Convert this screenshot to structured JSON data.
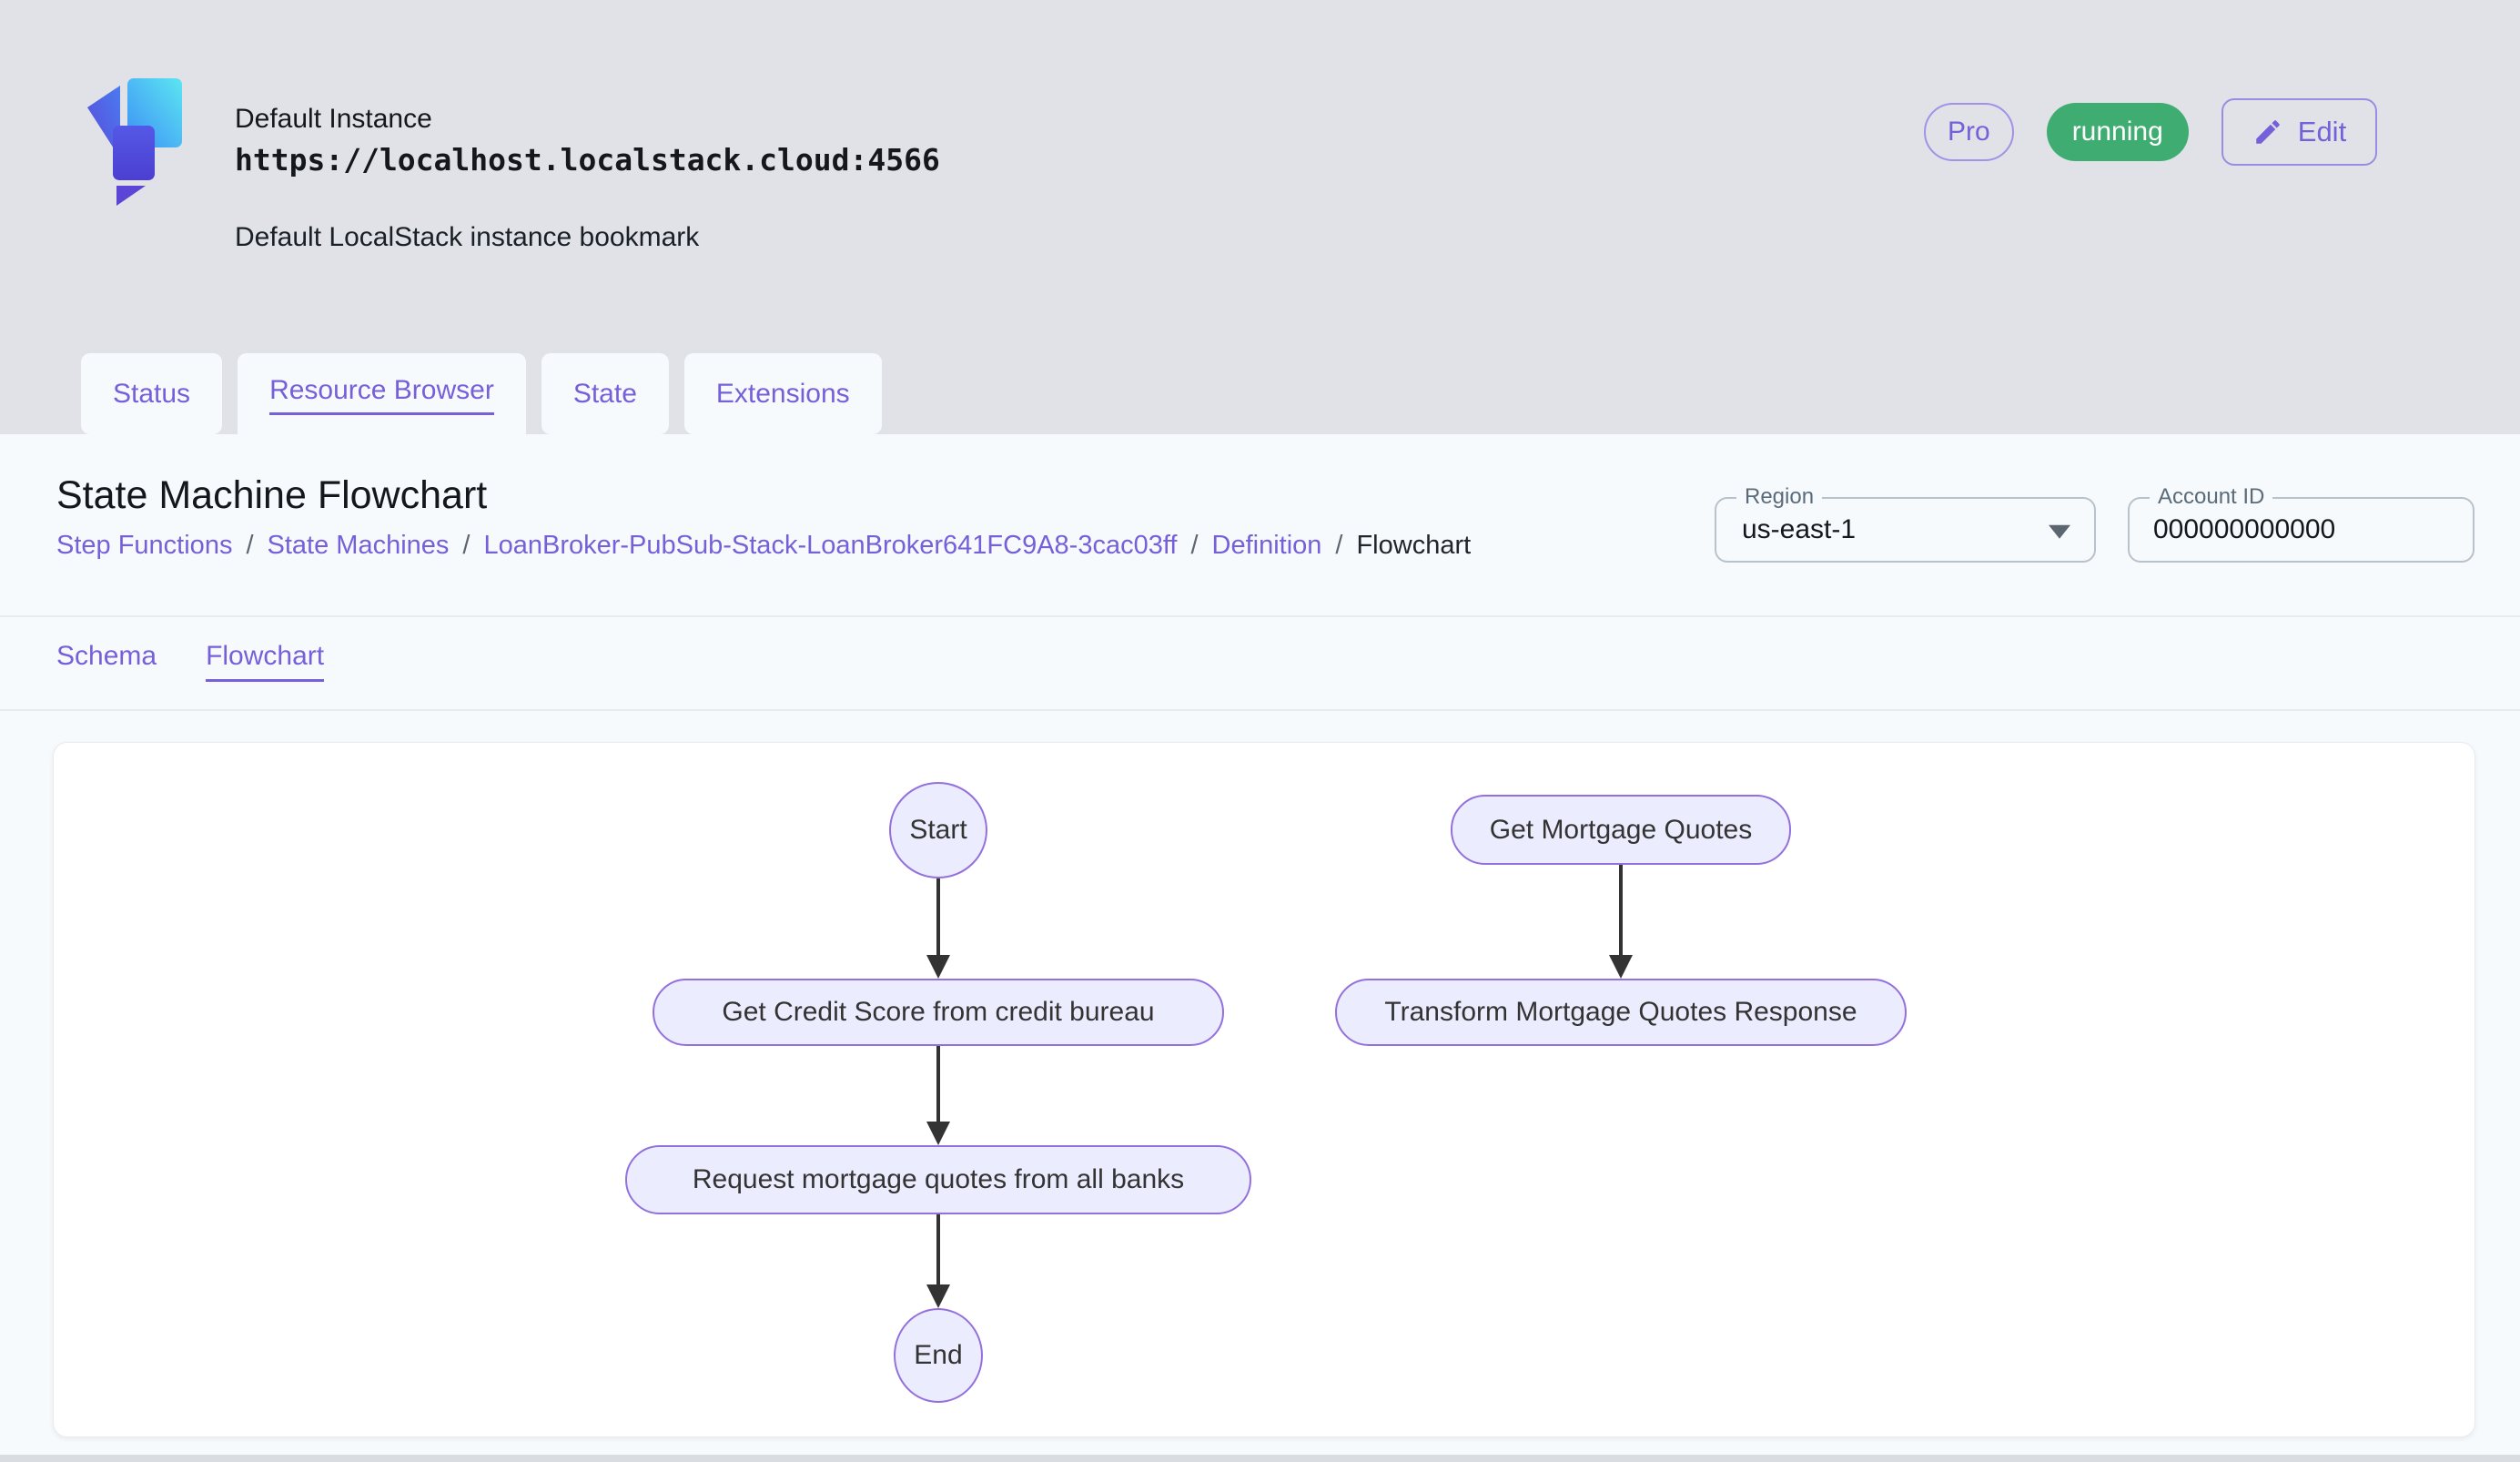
{
  "colors": {
    "accent_purple": "#7660D9",
    "status_green": "#3FAD72",
    "page_background": "#E0E2E7",
    "panel_background": "#F7FAFC",
    "node_fill": "#ECECFF",
    "node_border": "#9370DB",
    "edge_color": "#333333"
  },
  "header": {
    "logo_icon": "localstack-logo",
    "instance_name": "Default Instance",
    "instance_url": "https://localhost.localstack.cloud:4566",
    "instance_description": "Default LocalStack instance bookmark",
    "pro_badge": "Pro",
    "status_badge": "running",
    "edit_button": "Edit"
  },
  "tabs": {
    "items": [
      {
        "label": "Status",
        "active": false
      },
      {
        "label": "Resource Browser",
        "active": true
      },
      {
        "label": "State",
        "active": false
      },
      {
        "label": "Extensions",
        "active": false
      }
    ]
  },
  "content": {
    "title": "State Machine Flowchart",
    "breadcrumb": {
      "separator": "/",
      "items": [
        "Step Functions",
        "State Machines",
        "LoanBroker-PubSub-Stack-LoanBroker641FC9A8-3cac03ff",
        "Definition",
        "Flowchart"
      ]
    },
    "region": {
      "label": "Region",
      "value": "us-east-1"
    },
    "account_id": {
      "label": "Account ID",
      "value": "000000000000"
    },
    "subtabs": [
      {
        "label": "Schema",
        "active": false
      },
      {
        "label": "Flowchart",
        "active": true
      }
    ]
  },
  "flowchart": {
    "nodes": [
      {
        "id": "start",
        "label": "Start",
        "shape": "ellipse"
      },
      {
        "id": "get-credit-score",
        "label": "Get Credit Score from credit bureau",
        "shape": "rounded-rect"
      },
      {
        "id": "request-quotes",
        "label": "Request mortgage quotes from all banks",
        "shape": "rounded-rect"
      },
      {
        "id": "end",
        "label": "End",
        "shape": "ellipse"
      },
      {
        "id": "get-mortgage-quotes",
        "label": "Get Mortgage Quotes",
        "shape": "rounded-rect"
      },
      {
        "id": "transform-response",
        "label": "Transform Mortgage Quotes Response",
        "shape": "rounded-rect"
      }
    ],
    "edges": [
      {
        "from": "start",
        "to": "get-credit-score"
      },
      {
        "from": "get-credit-score",
        "to": "request-quotes"
      },
      {
        "from": "request-quotes",
        "to": "end"
      },
      {
        "from": "get-mortgage-quotes",
        "to": "transform-response"
      }
    ]
  }
}
